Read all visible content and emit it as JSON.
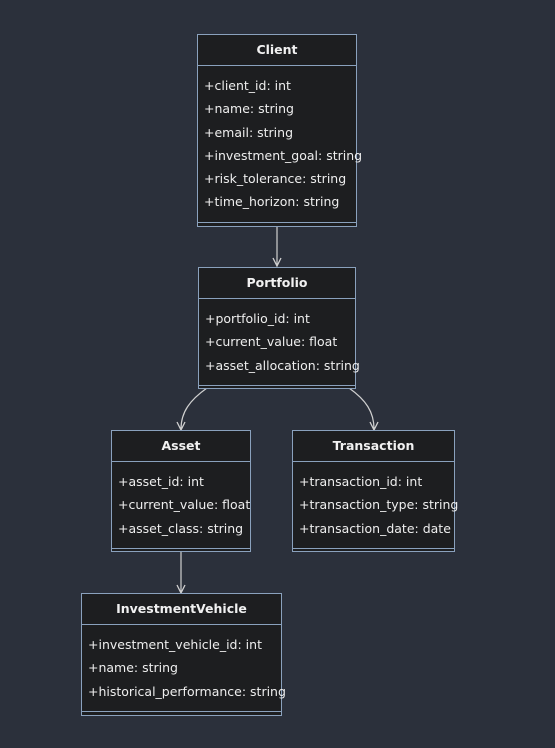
{
  "classes": {
    "client": {
      "name": "Client",
      "attributes": [
        "+client_id: int",
        "+name: string",
        "+email: string",
        "+investment_goal: string",
        "+risk_tolerance: string",
        "+time_horizon: string"
      ]
    },
    "portfolio": {
      "name": "Portfolio",
      "attributes": [
        "+portfolio_id: int",
        "+current_value: float",
        "+asset_allocation: string"
      ]
    },
    "asset": {
      "name": "Asset",
      "attributes": [
        "+asset_id: int",
        "+current_value: float",
        "+asset_class: string"
      ]
    },
    "transaction": {
      "name": "Transaction",
      "attributes": [
        "+transaction_id: int",
        "+transaction_type: string",
        "+transaction_date: date"
      ]
    },
    "investment_vehicle": {
      "name": "InvestmentVehicle",
      "attributes": [
        "+investment_vehicle_id: int",
        "+name: string",
        "+historical_performance: string"
      ]
    }
  },
  "relationships": [
    {
      "from": "Client",
      "to": "Portfolio"
    },
    {
      "from": "Portfolio",
      "to": "Asset"
    },
    {
      "from": "Portfolio",
      "to": "Transaction"
    },
    {
      "from": "Asset",
      "to": "InvestmentVehicle"
    }
  ],
  "colors": {
    "background": "#2b303b",
    "box_fill": "#1d1e20",
    "box_border": "#8aa1bd",
    "text": "#f1f1f1",
    "edge": "#d0d0d0"
  }
}
